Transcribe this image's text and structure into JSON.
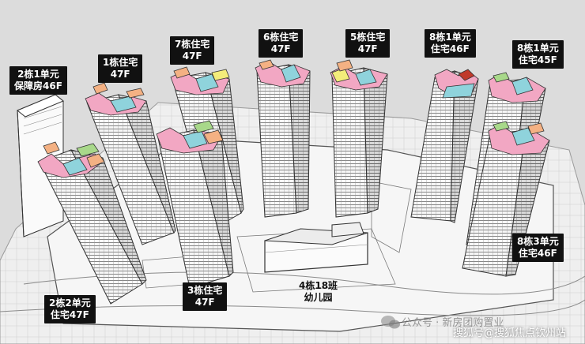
{
  "buildings": [
    {
      "id": "b2-1",
      "line1": "2栋1单元",
      "line2": "保障房46F"
    },
    {
      "id": "b1",
      "line1": "1栋住宅",
      "line2": "47F"
    },
    {
      "id": "b7",
      "line1": "7栋住宅",
      "line2": "47F"
    },
    {
      "id": "b6",
      "line1": "6栋住宅",
      "line2": "47F"
    },
    {
      "id": "b5",
      "line1": "5栋住宅",
      "line2": "47F"
    },
    {
      "id": "b8-1",
      "line1": "8栋1单元",
      "line2": "住宅46F"
    },
    {
      "id": "b8-1b",
      "line1": "8栋1单元",
      "line2": "住宅45F"
    },
    {
      "id": "b8-3",
      "line1": "8栋3单元",
      "line2": "住宅46F"
    },
    {
      "id": "b3",
      "line1": "3栋住宅",
      "line2": "47F"
    },
    {
      "id": "b2-2",
      "line1": "2栋2单元",
      "line2": "住宅47F"
    }
  ],
  "kindergarten": {
    "line1": "4栋18班",
    "line2": "幼儿园"
  },
  "watermark": {
    "text1": "公众号 · 新房团购置业",
    "text2": "搜狐号@搜狐焦点钦州站"
  },
  "colors": {
    "background": "#dcdcdc",
    "tower_top_pink": "#f2a7c3",
    "tower_top_cyan": "#8fd3dc",
    "tower_top_orange": "#f4b183",
    "tower_top_green": "#a8d88a",
    "tower_top_yellow": "#f3ec7a",
    "tower_top_red": "#c0392b"
  }
}
